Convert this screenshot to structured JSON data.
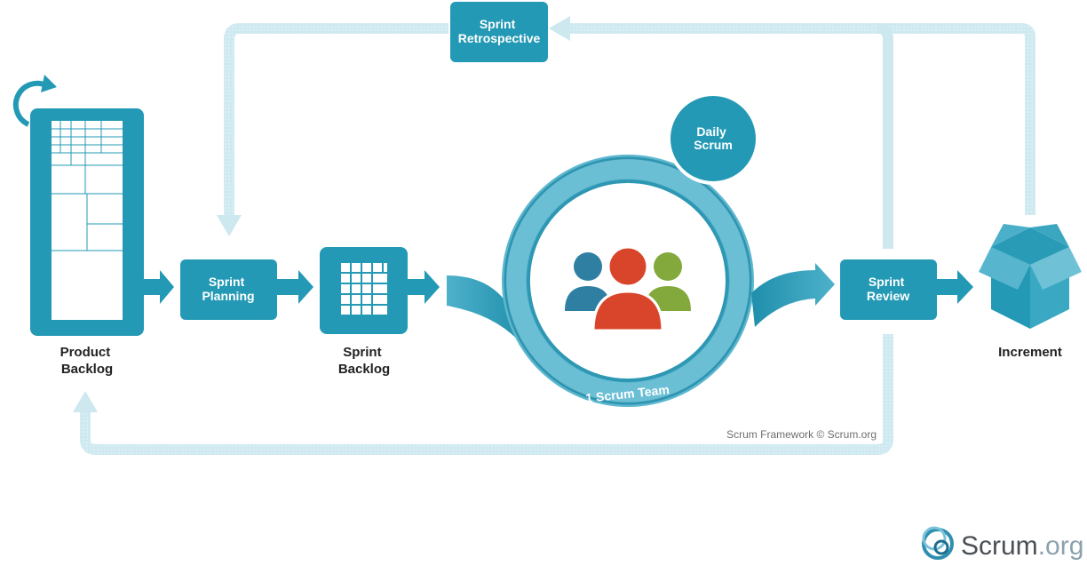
{
  "colors": {
    "primary": "#2399b5",
    "loop_arrow": "#cde8ef",
    "circle_light": "#5cb7cf",
    "person_blue": "#2f7fa3",
    "person_red": "#d9452b",
    "person_green": "#83a83b",
    "caption": "#222222",
    "credit": "#6d6e71"
  },
  "nodes": {
    "product_backlog": {
      "line1": "Product",
      "line2": "Backlog"
    },
    "sprint_planning": {
      "line1": "Sprint",
      "line2": "Planning"
    },
    "sprint_backlog": {
      "line1": "Sprint",
      "line2": "Backlog"
    },
    "sprint_review": {
      "line1": "Sprint",
      "line2": "Review"
    },
    "sprint_retrospective": {
      "line1": "Sprint",
      "line2": "Retrospective"
    },
    "daily_scrum": {
      "line1": "Daily",
      "line2": "Scrum"
    },
    "scrum_team": {
      "label": "1 Scrum Team"
    },
    "increment": {
      "label": "Increment"
    }
  },
  "credit": "Scrum Framework © Scrum.org",
  "logo": {
    "text_main": "Scrum",
    "text_ext": ".org"
  }
}
